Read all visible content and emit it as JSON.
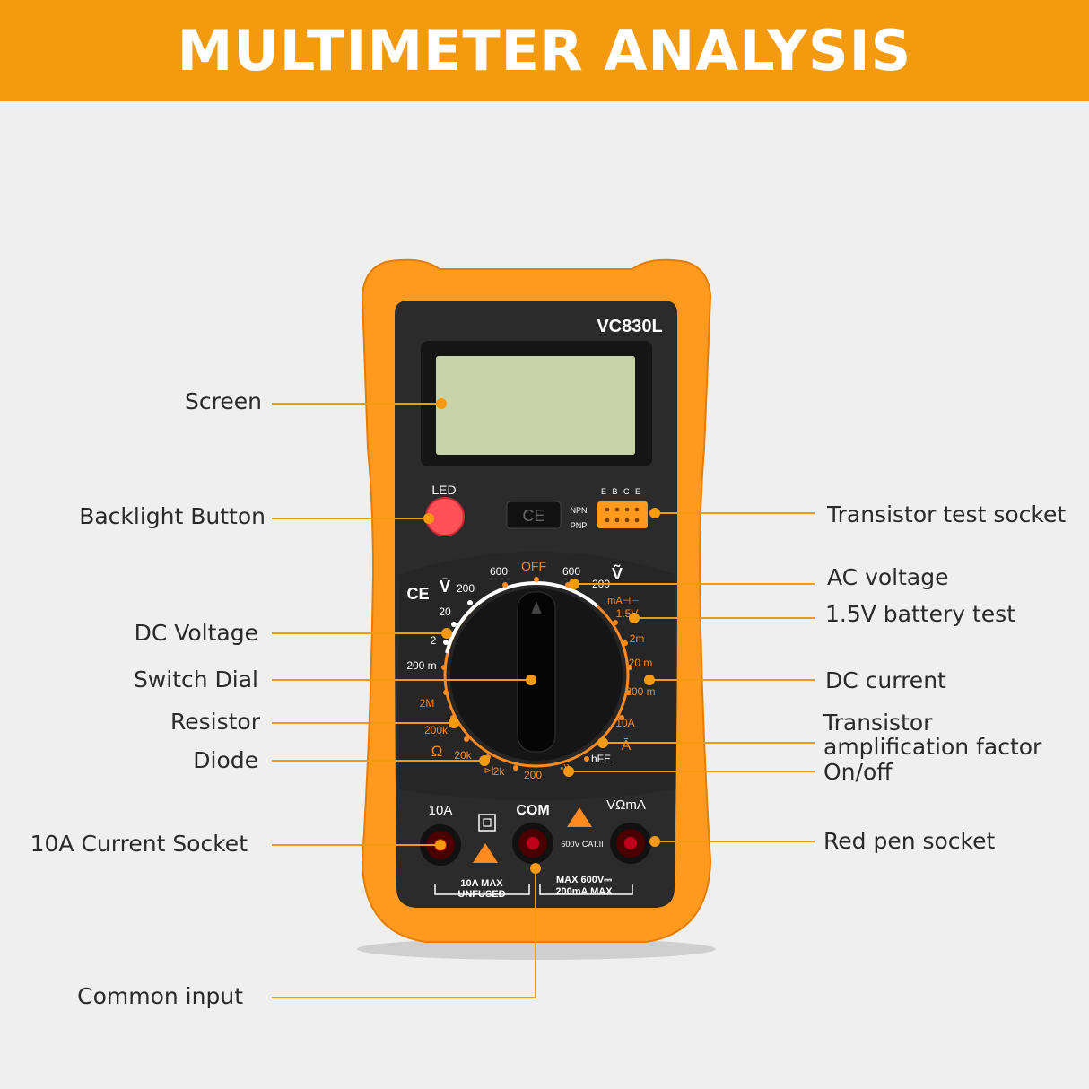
{
  "title": "MULTIMETER ANALYSIS",
  "colors": {
    "header": "#f39a0e",
    "body_orange": "#ff9a1f",
    "face": "#2b2b2b",
    "screen": "#c7d2a8",
    "leader": "#f39a0e"
  },
  "device": {
    "model": "VC830L",
    "led_label": "LED",
    "socket_pins": "E B C E",
    "npn": "NPN",
    "pnp": "PNP",
    "ce_mark": "CE",
    "dial": {
      "off": "OFF",
      "dcv_symbol": "V̄",
      "acv_symbol": "Ṽ",
      "ranges_left": [
        "600",
        "200",
        "20",
        "2",
        "200 m"
      ],
      "ranges_right": [
        "600",
        "200"
      ],
      "current_label": "mA⊣⊢",
      "battery": "1.5V",
      "current_ranges": [
        "2m",
        "20 m",
        "200 m",
        "10A"
      ],
      "amp_symbol": "Ā",
      "hfe": "hFE",
      "buzzer": "•))",
      "ohm_ranges": [
        "2M",
        "200k",
        "20k",
        "2k",
        "200"
      ],
      "ohm_symbol": "Ω",
      "diode_symbol": "⊳|"
    },
    "sockets": {
      "left_label": "10A",
      "mid_label": "COM",
      "right_label": "VΩmA",
      "rating_mid": "600V CAT.II",
      "left_note_1": "10A MAX",
      "left_note_2": "UNFUSED",
      "right_note_1": "MAX 600V⎓",
      "right_note_2": "200mA MAX"
    }
  },
  "labels": {
    "screen": "Screen",
    "backlight": "Backlight Button",
    "dc_voltage": "DC Voltage",
    "switch_dial": "Switch Dial",
    "resistor": "Resistor",
    "diode": "Diode",
    "current_socket": "10A Current Socket",
    "common_input": "Common input",
    "transistor_socket": "Transistor test socket",
    "ac_voltage": "AC voltage",
    "battery_test": "1.5V battery test",
    "dc_current": "DC current",
    "transistor_amp_1": "Transistor",
    "transistor_amp_2": "amplification factor",
    "on_off": "On/off",
    "red_pen": "Red pen socket"
  }
}
